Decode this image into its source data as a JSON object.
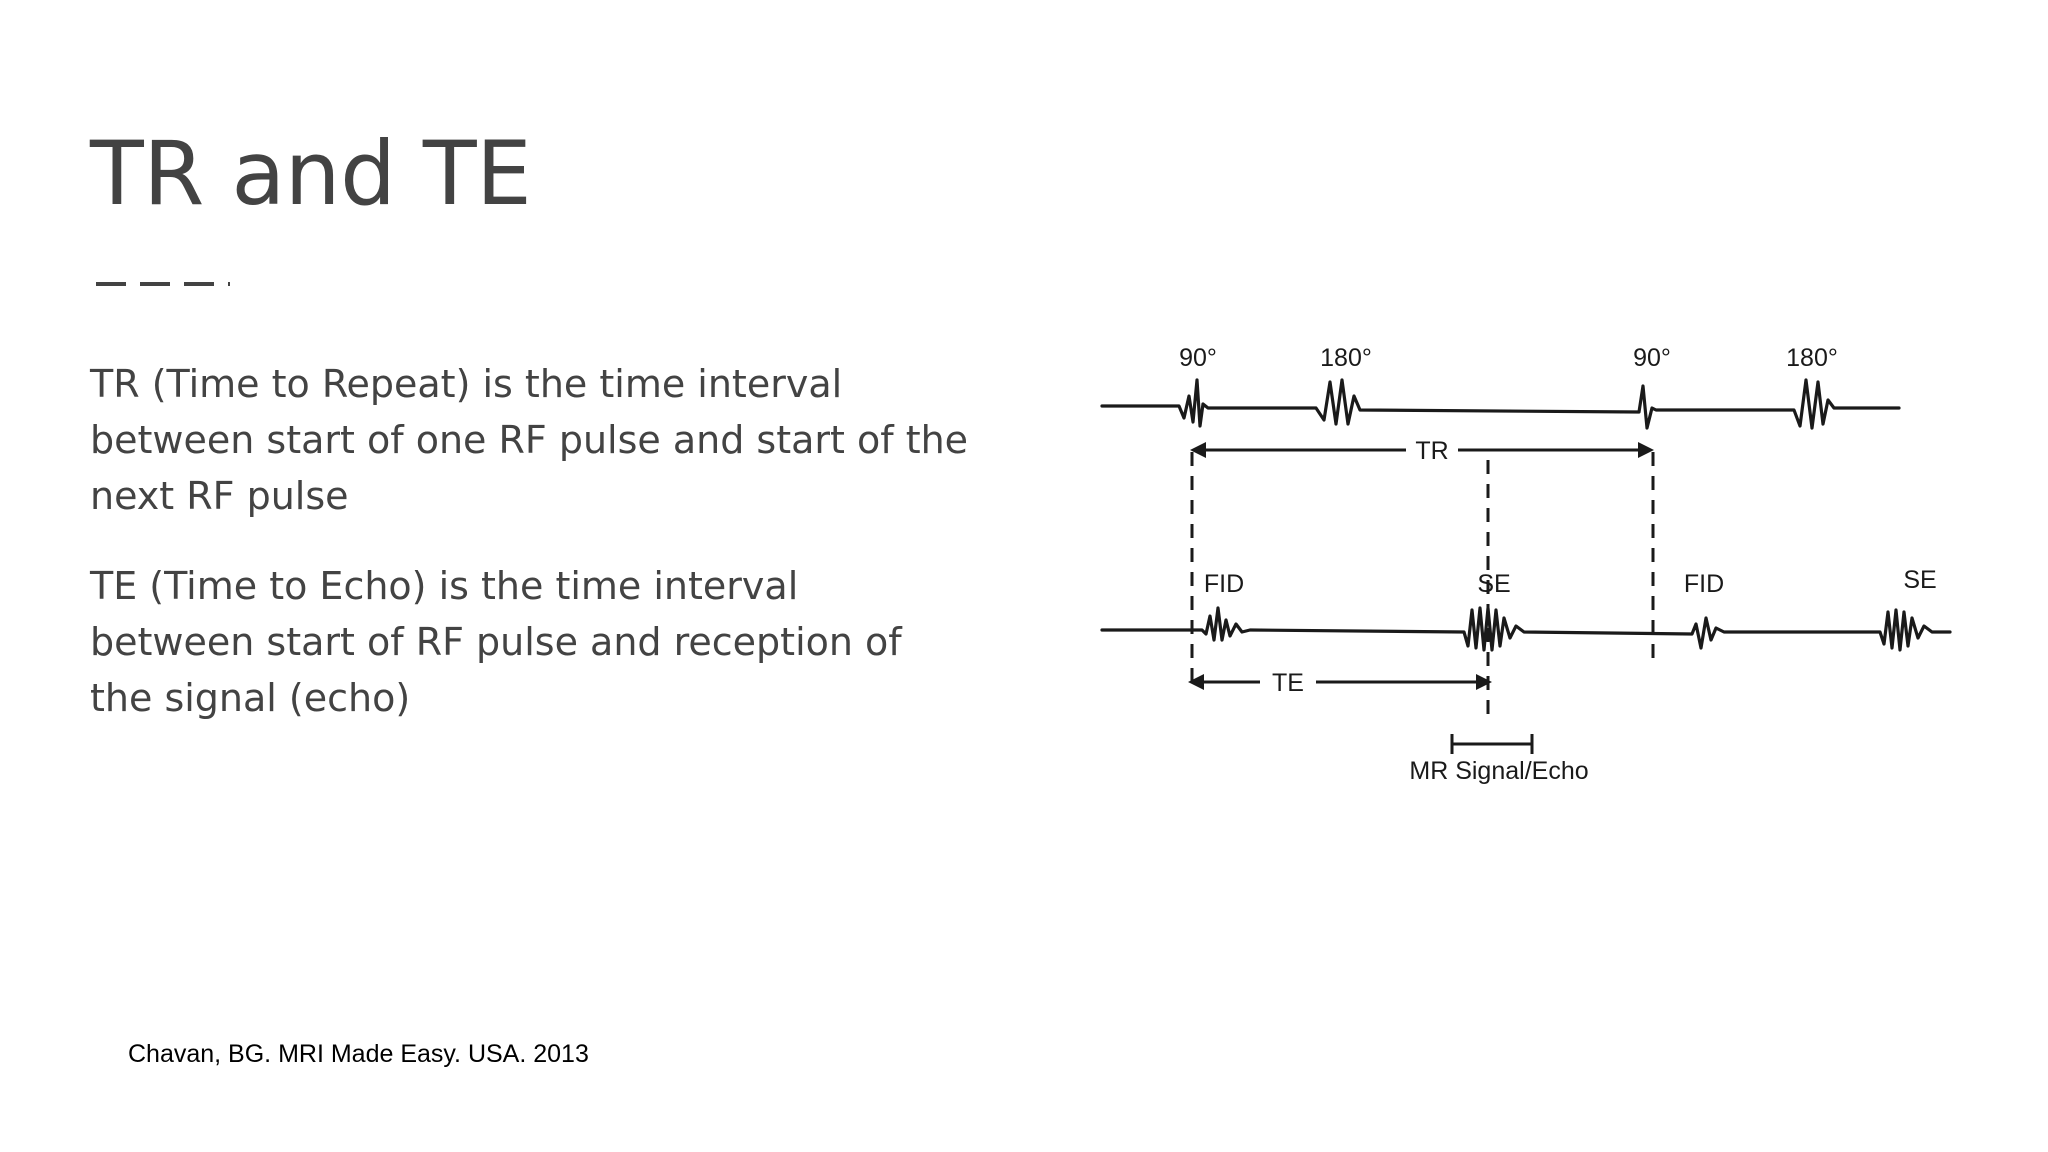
{
  "slide": {
    "title": "TR and TE",
    "paragraphs": [
      "TR (Time to Repeat) is the time interval between start of one RF pulse and start of the next RF pulse",
      "TE (Time to Echo) is the time interval between start of RF pulse and reception of the signal (echo)"
    ],
    "citation": "Chavan, BG. MRI Made Easy. USA. 2013"
  },
  "diagram": {
    "pulse_labels": [
      "90°",
      "180°",
      "90°",
      "180°"
    ],
    "signal_labels": [
      "FID",
      "SE",
      "FID",
      "SE"
    ],
    "tr_label": "TR",
    "te_label": "TE",
    "echo_label": "MR Signal/Echo"
  }
}
